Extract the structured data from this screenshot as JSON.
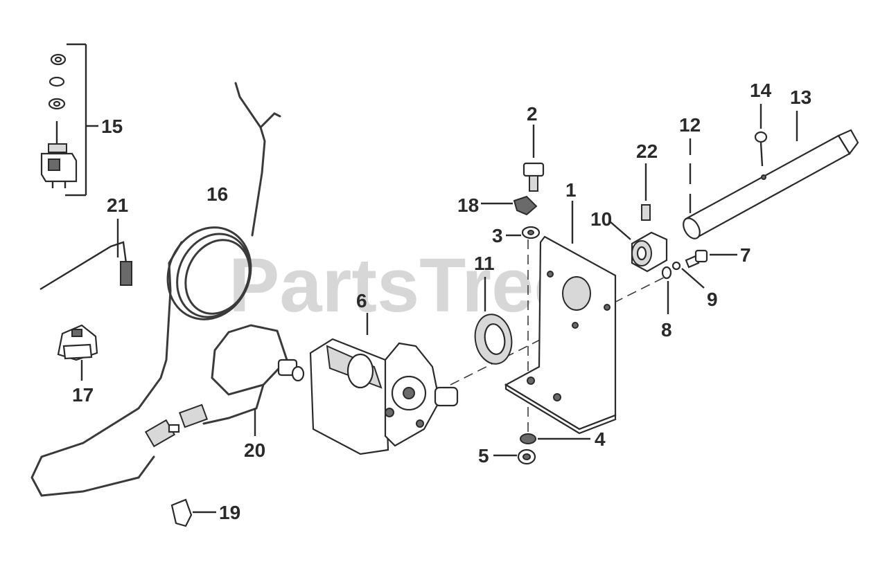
{
  "watermark": "PartsTree",
  "labels": {
    "l1": "1",
    "l2": "2",
    "l3": "3",
    "l4": "4",
    "l5": "5",
    "l6": "6",
    "l7": "7",
    "l8": "8",
    "l9": "9",
    "l10": "10",
    "l11": "11",
    "l12": "12",
    "l13": "13",
    "l14": "14",
    "l15": "15",
    "l16": "16",
    "l17": "17",
    "l18": "18",
    "l19": "19",
    "l20": "20",
    "l21": "21",
    "l22": "22"
  }
}
